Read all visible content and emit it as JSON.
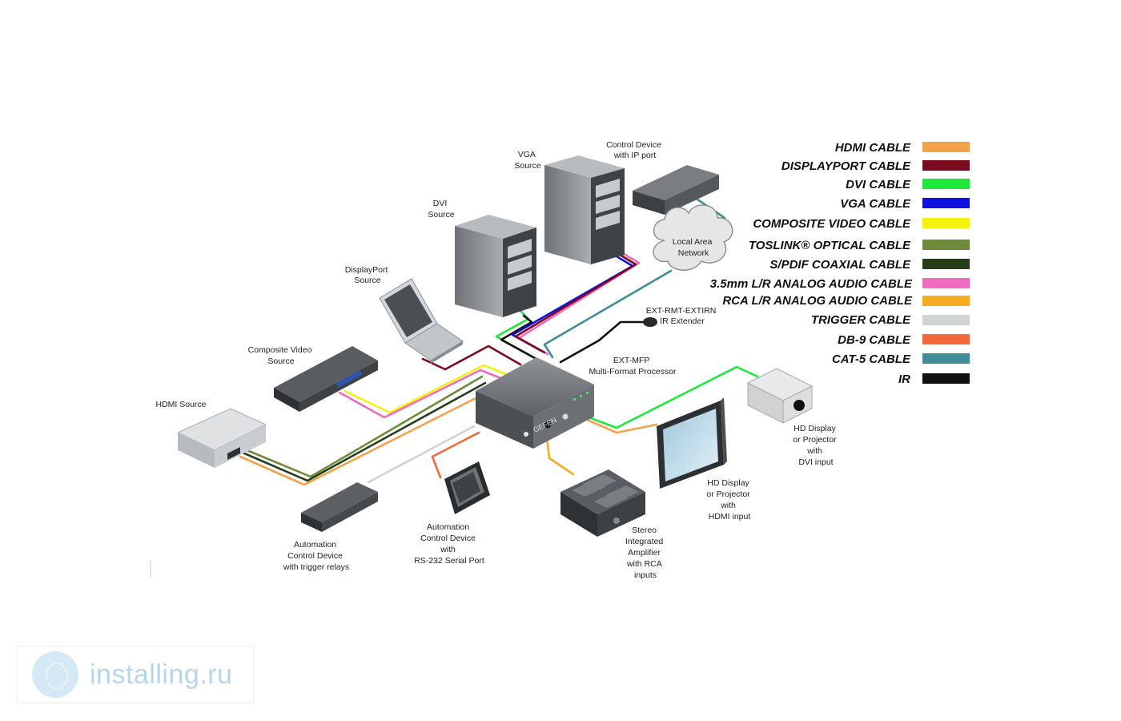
{
  "devices": {
    "control_ip": [
      "Control Device",
      "with IP port"
    ],
    "vga_source": [
      "VGA",
      "Source"
    ],
    "dvi_source": [
      "DVI",
      "Source"
    ],
    "displayport_source": [
      "DisplayPort",
      "Source"
    ],
    "composite_source": [
      "Composite Video",
      "Source"
    ],
    "hdmi_source": [
      "HDMI Source"
    ],
    "lan": [
      "Local Area",
      "Network"
    ],
    "ir_extender": [
      "EXT-RMT-EXTIRN",
      "IR Extender"
    ],
    "processor": [
      "EXT-MFP",
      "Multi-Format Processor"
    ],
    "processor_brand": "GEFEN",
    "dvi_display": [
      "HD Display",
      "or Projector",
      "with",
      "DVI input"
    ],
    "hdmi_display": [
      "HD Display",
      "or Projector",
      "with",
      "HDMI input"
    ],
    "amplifier": [
      "Stereo",
      "Integrated",
      "Amplifier",
      "with RCA",
      "inputs"
    ],
    "rs232_device": [
      "Automation",
      "Control Device",
      "with",
      "RS-232 Serial Port"
    ],
    "trigger_device": [
      "Automation",
      "Control Device",
      "with trigger relays"
    ]
  },
  "legend": [
    {
      "label": "HDMI CABLE",
      "color": "#f4a24a"
    },
    {
      "label": "DISPLAYPORT CABLE",
      "color": "#7a0a1e"
    },
    {
      "label": "DVI CABLE",
      "color": "#1ee83a"
    },
    {
      "label": "VGA CABLE",
      "color": "#1010e0"
    },
    {
      "label": "COMPOSITE VIDEO CABLE",
      "color": "#f2f20e"
    },
    {
      "label": "TOSLINK® OPTICAL CABLE",
      "color": "#6e8a3a"
    },
    {
      "label": "S/PDIF COAXIAL CABLE",
      "color": "#263d1a"
    },
    {
      "label": "3.5mm L/R ANALOG AUDIO CABLE",
      "color": "#f06bc0"
    },
    {
      "label": "RCA L/R ANALOG AUDIO CABLE",
      "color": "#f5ac22"
    },
    {
      "label": "TRIGGER CABLE",
      "color": "#cfd3d3"
    },
    {
      "label": "DB-9 CABLE",
      "color": "#f2693a"
    },
    {
      "label": "CAT-5 CABLE",
      "color": "#3f8e98"
    },
    {
      "label": "IR",
      "color": "#111111"
    }
  ],
  "watermark": "installing.ru"
}
